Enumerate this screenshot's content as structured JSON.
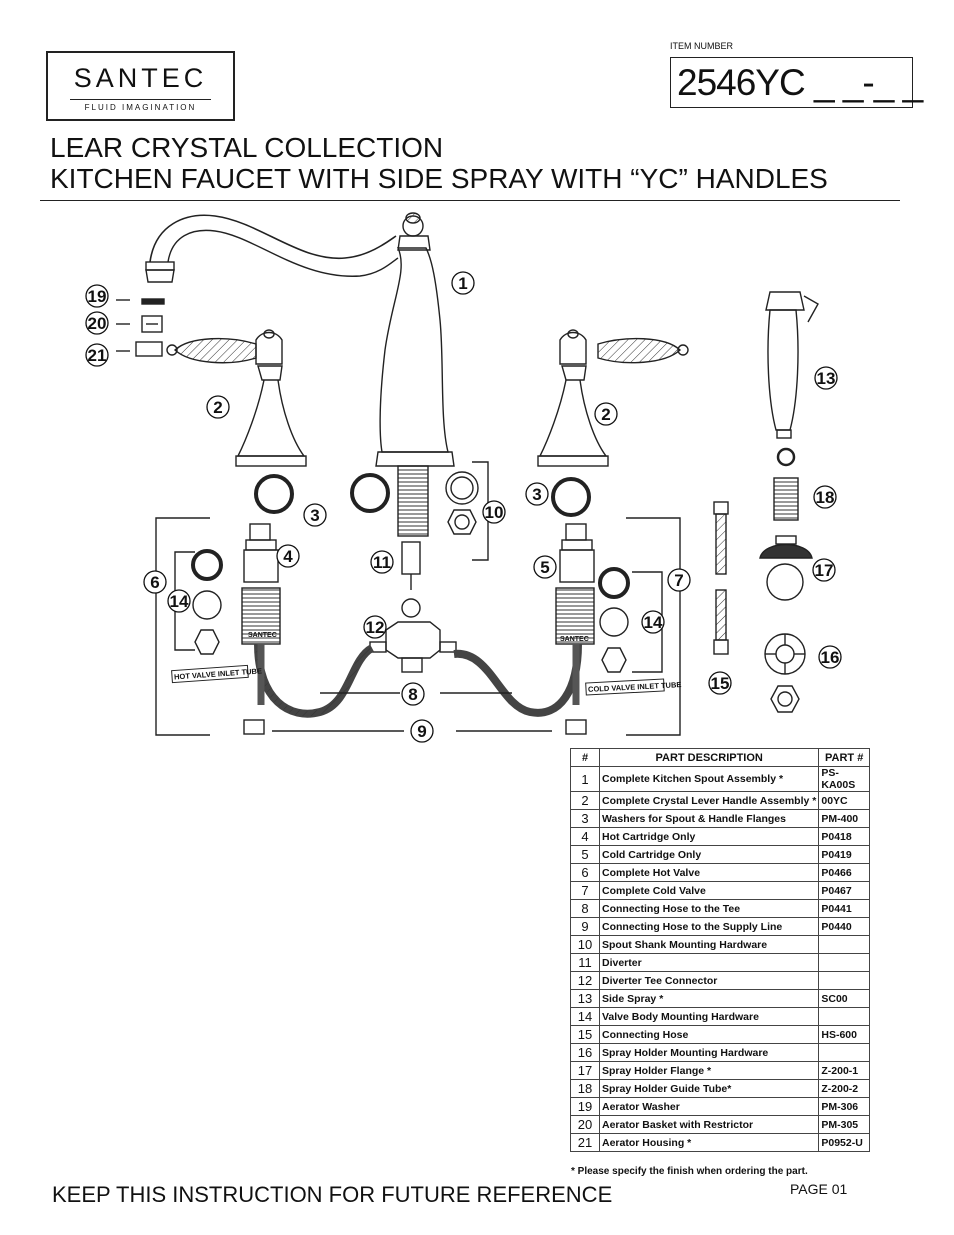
{
  "brand": {
    "name": "SANTEC",
    "tagline": "FLUID IMAGINATION"
  },
  "item": {
    "label": "ITEM NUMBER",
    "number": "2546YC _ _-_ _"
  },
  "title": {
    "line1": "LEAR CRYSTAL COLLECTION",
    "line2": "KITCHEN FAUCET WITH SIDE SPRAY WITH “YC” HANDLES"
  },
  "diagram": {
    "callouts": [
      "1",
      "2",
      "2",
      "3",
      "3",
      "4",
      "5",
      "6",
      "7",
      "8",
      "9",
      "10",
      "11",
      "12",
      "13",
      "14",
      "14",
      "15",
      "16",
      "17",
      "18",
      "19",
      "20",
      "21"
    ],
    "tube_labels": {
      "hot": "HOT VALVE INLET TUBE",
      "cold": "COLD VALVE INLET TUBE",
      "stamp": "SANTEC"
    }
  },
  "parts_table": {
    "headers": [
      "#",
      "PART DESCRIPTION",
      "PART #"
    ],
    "rows": [
      {
        "num": "1",
        "desc": "Complete Kitchen Spout Assembly  *",
        "part": "PS-KA00S"
      },
      {
        "num": "2",
        "desc": "Complete Crystal Lever Handle Assembly *",
        "part": "00YC"
      },
      {
        "num": "3",
        "desc": "Washers for Spout & Handle Flanges",
        "part": "PM-400"
      },
      {
        "num": "4",
        "desc": "Hot Cartridge Only",
        "part": "P0418"
      },
      {
        "num": "5",
        "desc": "Cold Cartridge Only",
        "part": "P0419"
      },
      {
        "num": "6",
        "desc": "Complete Hot Valve",
        "part": "P0466"
      },
      {
        "num": "7",
        "desc": "Complete Cold Valve",
        "part": "P0467"
      },
      {
        "num": "8",
        "desc": "Connecting Hose to the Tee",
        "part": "P0441"
      },
      {
        "num": "9",
        "desc": "Connecting Hose to the Supply Line",
        "part": "P0440"
      },
      {
        "num": "10",
        "desc": "Spout Shank Mounting Hardware",
        "part": ""
      },
      {
        "num": "11",
        "desc": "Diverter",
        "part": ""
      },
      {
        "num": "12",
        "desc": "Diverter Tee Connector",
        "part": ""
      },
      {
        "num": "13",
        "desc": "Side Spray *",
        "part": "SC00"
      },
      {
        "num": "14",
        "desc": "Valve Body Mounting Hardware",
        "part": ""
      },
      {
        "num": "15",
        "desc": "Connecting Hose",
        "part": "HS-600"
      },
      {
        "num": "16",
        "desc": "Spray Holder Mounting Hardware",
        "part": ""
      },
      {
        "num": "17",
        "desc": "Spray Holder Flange *",
        "part": "Z-200-1"
      },
      {
        "num": "18",
        "desc": "Spray Holder Guide Tube*",
        "part": "Z-200-2"
      },
      {
        "num": "19",
        "desc": "Aerator Washer",
        "part": "PM-306"
      },
      {
        "num": "20",
        "desc": "Aerator Basket with Restrictor",
        "part": "PM-305"
      },
      {
        "num": "21",
        "desc": "Aerator Housing *",
        "part": "P0952-U"
      }
    ],
    "note": "* Please specify the finish when ordering the part."
  },
  "footer": {
    "text": "KEEP THIS INSTRUCTION FOR FUTURE REFERENCE",
    "page": "PAGE  01"
  }
}
